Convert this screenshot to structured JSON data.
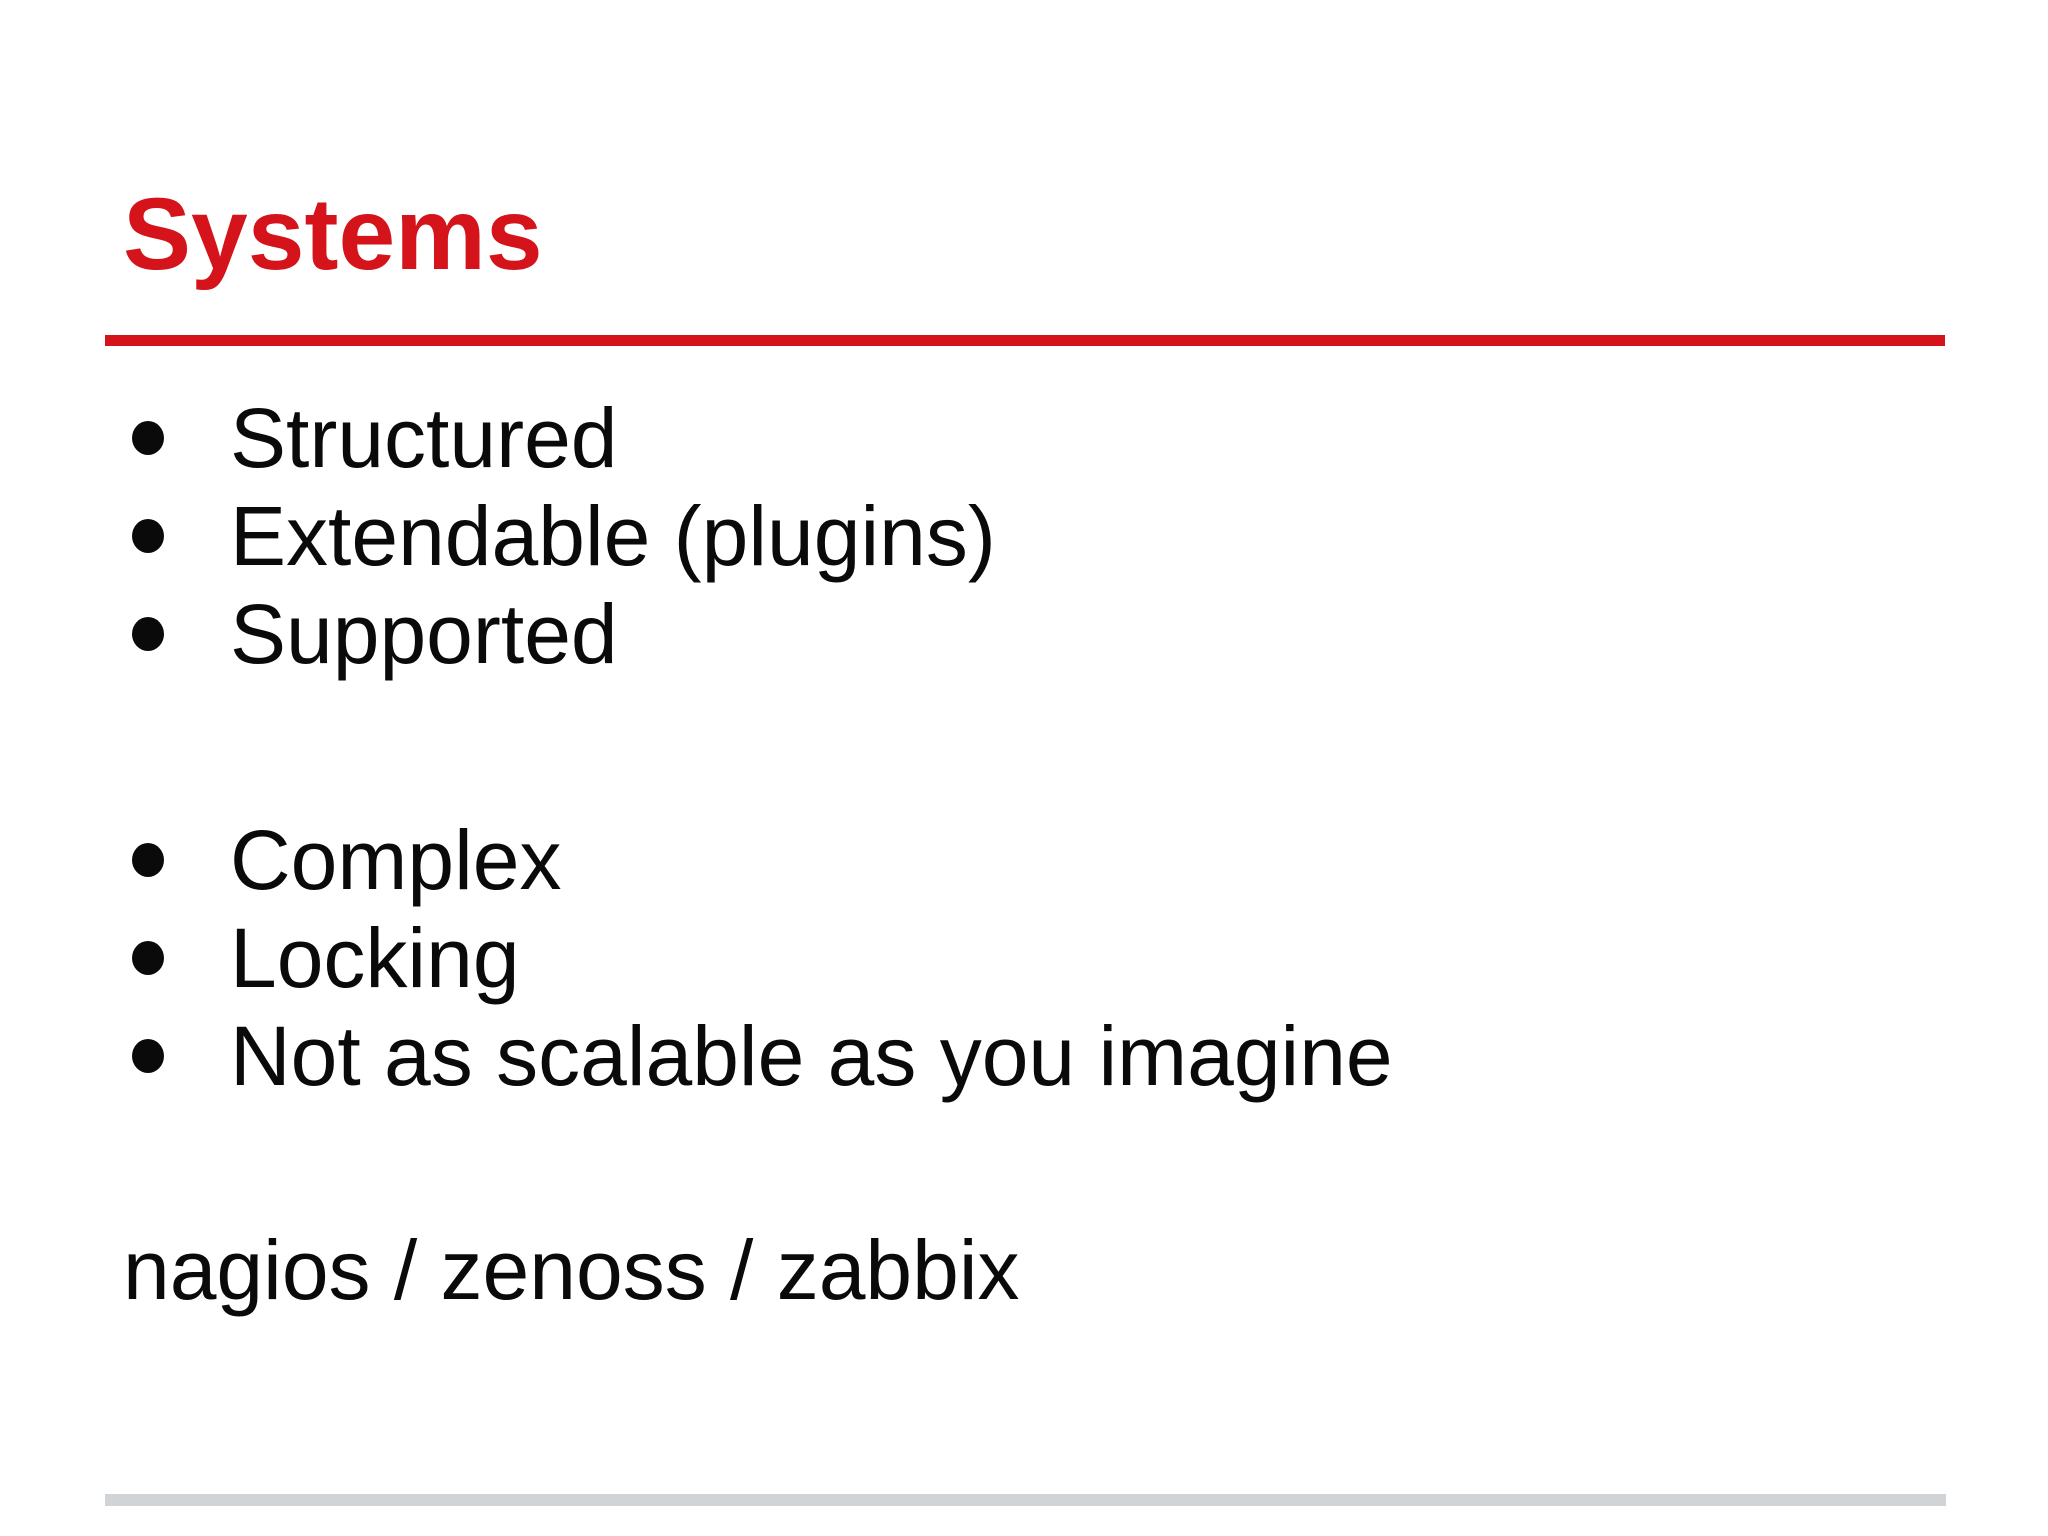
{
  "slide": {
    "title": "Systems",
    "pros": [
      "Structured",
      "Extendable (plugins)",
      "Supported"
    ],
    "cons": [
      "Complex",
      "Locking",
      "Not as scalable as you imagine"
    ],
    "examples": "nagios / zenoss / zabbix"
  },
  "colors": {
    "accent_red": "#D4131B",
    "divider_gray": "#D1D4D6",
    "text_black": "#0A0A0A",
    "background": "#FFFFFF"
  }
}
